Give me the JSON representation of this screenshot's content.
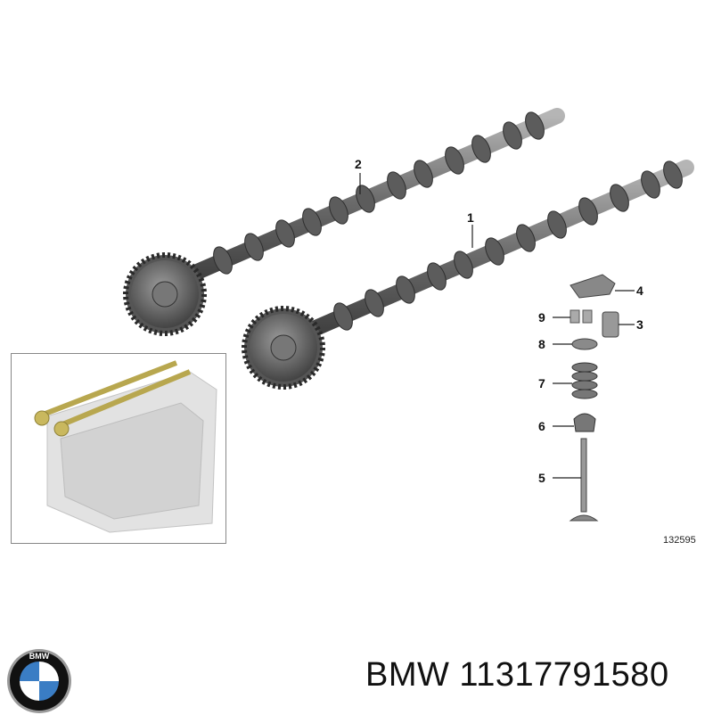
{
  "callouts": {
    "c1": "1",
    "c2": "2",
    "c3": "3",
    "c4": "4",
    "c5": "5",
    "c6": "6",
    "c7": "7",
    "c8": "8",
    "c9": "9"
  },
  "figure_number": "132595",
  "footer": {
    "brand": "BMW",
    "part_number": "11317791580",
    "text": "BMW 11317791580"
  },
  "logo": {
    "name": "bmw-roundel",
    "lettering": "BMW",
    "colors": {
      "blue": "#3a7dc4",
      "black": "#111111",
      "white": "#ffffff",
      "ring": "#9a9a9a"
    }
  },
  "colors": {
    "camshaft": "#6d6d6d",
    "camshaft_dark": "#3f3f3f",
    "camshaft_light": "#a9a9a9",
    "highlight": "#b8a74f",
    "engine": "#d9d9d9"
  }
}
